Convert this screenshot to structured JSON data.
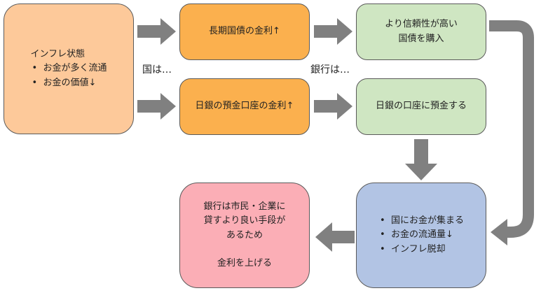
{
  "inflation": {
    "title": "インフレ状態",
    "bullets": [
      "お金が多く流通",
      "お金の価値↓"
    ]
  },
  "long_bond_rate": "長期国債の金利↑",
  "boj_deposit_rate": "日銀の預金口座の金利↑",
  "buy_bonds": {
    "line1": "より信頼性が高い",
    "line2": "国債を購入"
  },
  "deposit_boj": "日銀の口座に預金する",
  "result": {
    "bullets": [
      "国にお金が集まる",
      "お金の流通量↓",
      "インフレ脱却"
    ]
  },
  "conclusion": {
    "line1": "銀行は市民・企業に",
    "line2": "貸すより良い手段が",
    "line3": "あるため",
    "line4": "金利を上げる"
  },
  "labels": {
    "country": "国は…",
    "bank": "銀行は…"
  },
  "colors": {
    "peach": "#fdc99a",
    "orange": "#fbb04e",
    "green": "#cfe6c2",
    "pink": "#fbaeb6",
    "blue": "#b2c4e4",
    "arrow": "#808080"
  }
}
